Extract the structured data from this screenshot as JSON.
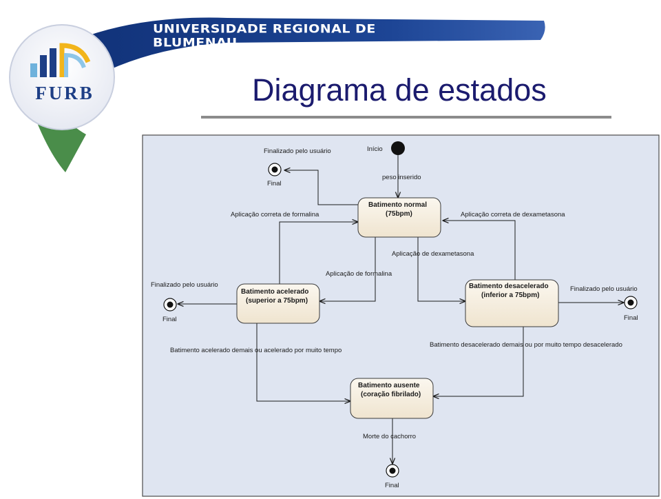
{
  "header": {
    "university": "UNIVERSIDADE REGIONAL DE BLUMENAU",
    "logo": "FURB",
    "colors": {
      "band": "#1b3f8a",
      "title": "#1b1b6e",
      "rule": "#8c8c8c"
    }
  },
  "slide": {
    "title": "Diagrama de estados"
  },
  "diagram": {
    "background": "#dde3f0",
    "state_fill": "#f3ecde",
    "states": {
      "normal": {
        "line1": "Batimento normal",
        "line2": "(75bpm)"
      },
      "acelerado": {
        "line1": "Batimento acelerado",
        "line2": "(superior a 75bpm)"
      },
      "desacelerado": {
        "line1": "Batimento desacelerado",
        "line2": "(inferior a 75bpm)"
      },
      "ausente": {
        "line1": "Batimento ausente",
        "line2": "(coração fibrilado)"
      }
    },
    "labels": {
      "inicio": "Início",
      "final": "Final",
      "finalizado": "Finalizado pelo usuário",
      "peso": "peso inserido",
      "formalina_correta": "Aplicação correta de formalina",
      "dexa_correta": "Aplicação correta de dexametasona",
      "dexa": "Aplicação de dexametasona",
      "formalina": "Aplicação de formalina",
      "acel_muito": "Batimento acelerado demais ou acelerado por muito tempo",
      "desacel_muito": "Batimento desacelerado demais ou por muito tempo desacelerado",
      "morte": "Morte do cachorro"
    }
  }
}
